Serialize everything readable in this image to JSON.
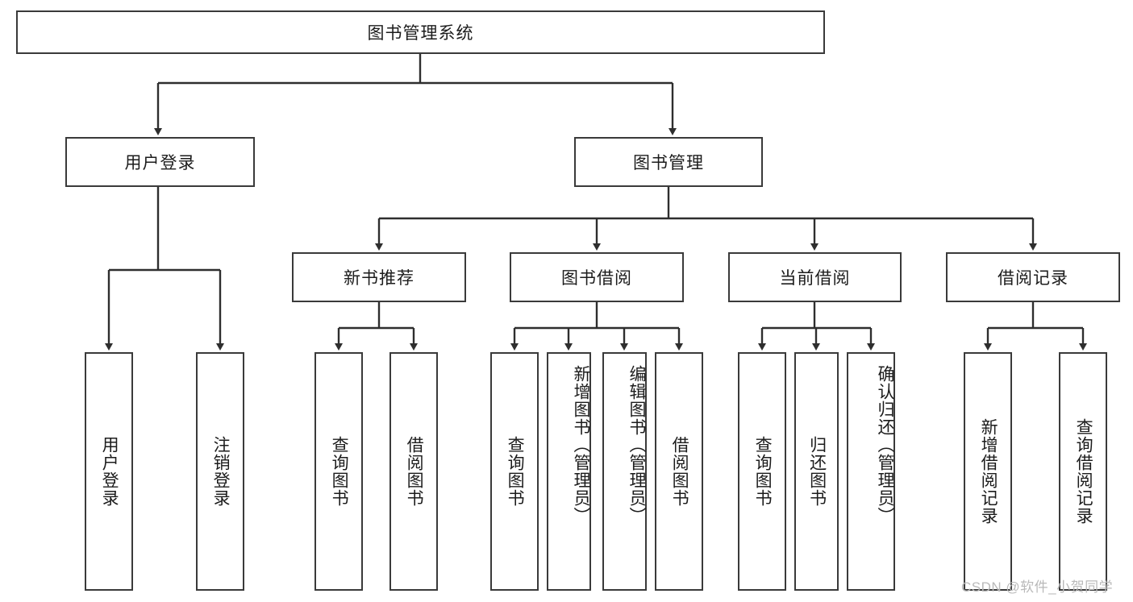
{
  "diagram": {
    "title": "图书管理系统",
    "root": {
      "id": "root",
      "label": "图书管理系统"
    },
    "level2": [
      {
        "id": "user-login",
        "label": "用户登录"
      },
      {
        "id": "book-manage",
        "label": "图书管理"
      }
    ],
    "level3": [
      {
        "id": "new-book-recommend",
        "label": "新书推荐"
      },
      {
        "id": "book-borrow",
        "label": "图书借阅"
      },
      {
        "id": "current-borrow",
        "label": "当前借阅"
      },
      {
        "id": "borrow-record",
        "label": "借阅记录"
      }
    ],
    "leaves": {
      "user_login": [
        {
          "id": "leaf-user-login",
          "label": "用户登录"
        },
        {
          "id": "leaf-logout-login",
          "label": "注销登录"
        }
      ],
      "new_book_recommend": [
        {
          "id": "leaf-query-book-1",
          "label": "查询图书"
        },
        {
          "id": "leaf-borrow-book-1",
          "label": "借阅图书"
        }
      ],
      "book_borrow": [
        {
          "id": "leaf-query-book-2",
          "label": "查询图书"
        },
        {
          "id": "leaf-add-book",
          "label": "新增图书（管理员）"
        },
        {
          "id": "leaf-edit-book",
          "label": "编辑图书（管理员）"
        },
        {
          "id": "leaf-borrow-book-2",
          "label": "借阅图书"
        }
      ],
      "current_borrow": [
        {
          "id": "leaf-query-book-3",
          "label": "查询图书"
        },
        {
          "id": "leaf-return-book",
          "label": "归还图书"
        },
        {
          "id": "leaf-confirm-return",
          "label": "确认归还（管理员）"
        }
      ],
      "borrow_record": [
        {
          "id": "leaf-add-record",
          "label": "新增借阅记录"
        },
        {
          "id": "leaf-query-record",
          "label": "查询借阅记录"
        }
      ]
    }
  },
  "watermark": {
    "text": "CSDN @软件_小贺同学"
  },
  "colors": {
    "border": "#3a3a3a",
    "background": "#ffffff",
    "text": "#1c1c1c",
    "watermark": "#b9b9b9"
  }
}
